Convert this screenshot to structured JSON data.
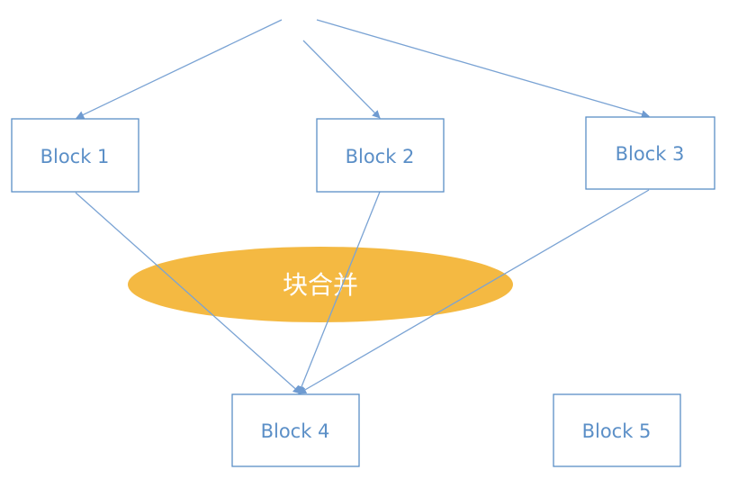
{
  "blocks": {
    "block1": "Block 1",
    "block2": "Block 2",
    "block3": "Block 3",
    "block4": "Block 4",
    "block5": "Block 5"
  },
  "merge": {
    "label": "块合并",
    "fill_color": "#f4b942"
  },
  "colors": {
    "box_stroke": "#5b8fc7",
    "arrow": "#7aa3d4",
    "text": "#5b8fc7"
  }
}
